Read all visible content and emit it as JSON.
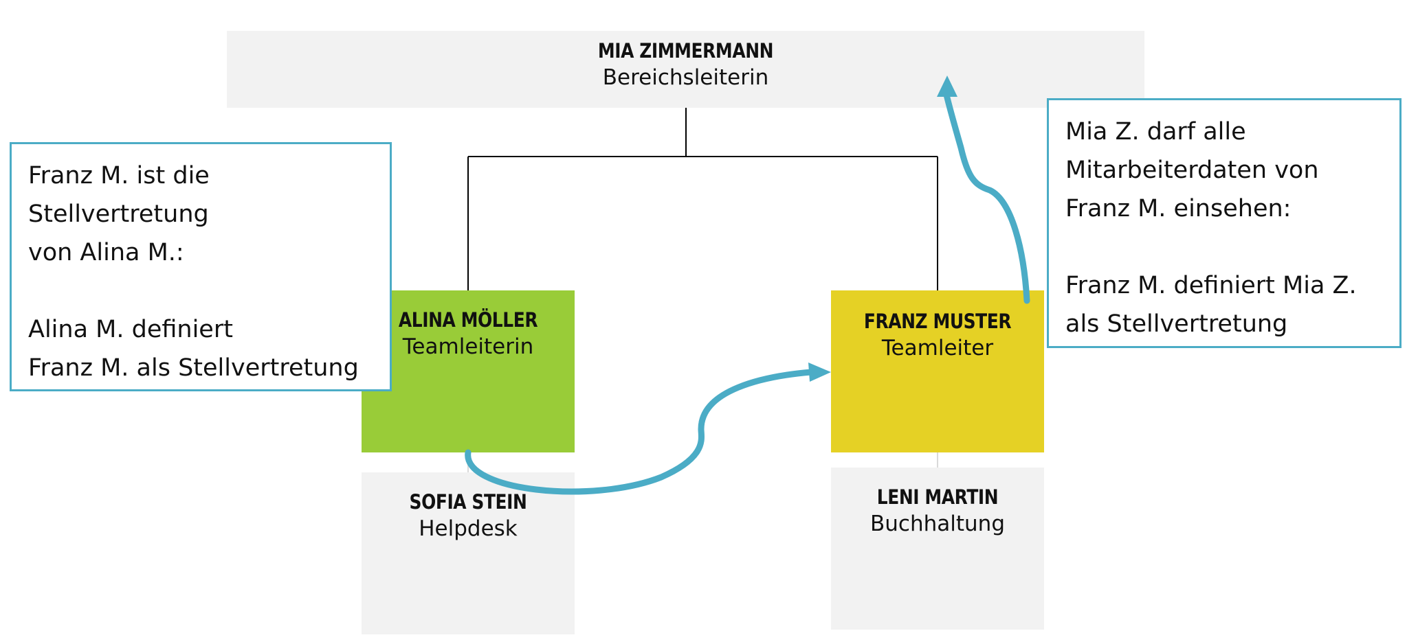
{
  "colors": {
    "top_box": "#f2f2f2",
    "alina_box": "#99cc38",
    "franz_box": "#e5d125",
    "staff_box": "#f2f2f2",
    "arrow": "#4bacc6",
    "note_border": "#4bacc6"
  },
  "org": {
    "head": {
      "name": "MIA ZIMMERMANN",
      "role": "Bereichsleiterin"
    },
    "team_lead_left": {
      "name": "ALINA MÖLLER",
      "role": "Teamleiterin"
    },
    "team_lead_right": {
      "name": "FRANZ MUSTER",
      "role": "Teamleiter"
    },
    "staff_left": {
      "name": "SOFIA STEIN",
      "role": "Helpdesk"
    },
    "staff_right": {
      "name": "LENI MARTIN",
      "role": "Buchhaltung"
    }
  },
  "notes": {
    "left": {
      "lines": [
        "Franz M. ist die",
        "Stellvertretung",
        "von Alina M.:",
        "",
        "Alina M. definiert",
        "Franz M. als Stellvertretung"
      ]
    },
    "right": {
      "lines": [
        "Mia Z. darf alle",
        "Mitarbeiterdaten von",
        "Franz M. einsehen:",
        "",
        "Franz M. definiert Mia Z.",
        "als Stellvertretung"
      ]
    }
  }
}
